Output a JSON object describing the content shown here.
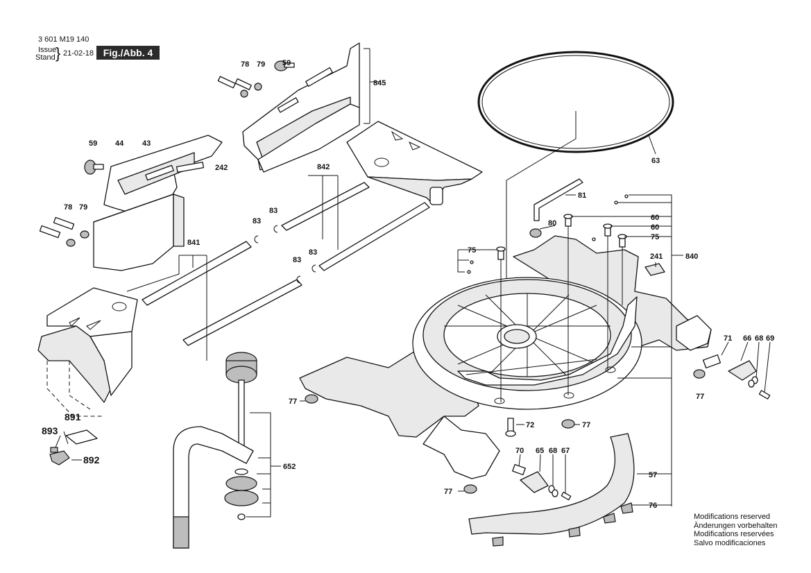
{
  "header": {
    "part_number": "3 601 M19 140",
    "issue_label": "Issue",
    "stand_label": "Stand",
    "date": "21-02-18",
    "figure": "Fig./Abb. 4"
  },
  "modifications": [
    "Modifications reserved",
    "Änderungen vorbehalten",
    "Modifications reservées",
    "Salvo modificaciones"
  ],
  "callouts": {
    "c59a": "59",
    "c78a": "78",
    "c79a": "79",
    "c845": "845",
    "c59b": "59",
    "c44": "44",
    "c43": "43",
    "c242": "242",
    "c842": "842",
    "c63": "63",
    "c81": "81",
    "c78b": "78",
    "c79b": "79",
    "c83a": "83",
    "c83b": "83",
    "c83c": "83",
    "c83d": "83",
    "c841": "841",
    "c80": "80",
    "c60a": "60",
    "c60b": "60",
    "c75a": "75",
    "c75b": "75",
    "c241": "241",
    "c840": "840",
    "c71": "71",
    "c66": "66",
    "c68a": "68",
    "c69": "69",
    "c77a": "77",
    "c77b": "77",
    "c77c": "77",
    "c77d": "77",
    "c72": "72",
    "c70": "70",
    "c65": "65",
    "c68b": "68",
    "c67": "67",
    "c57": "57",
    "c76": "76",
    "c652": "652",
    "c891": "891",
    "c893": "893",
    "c892": "892"
  }
}
